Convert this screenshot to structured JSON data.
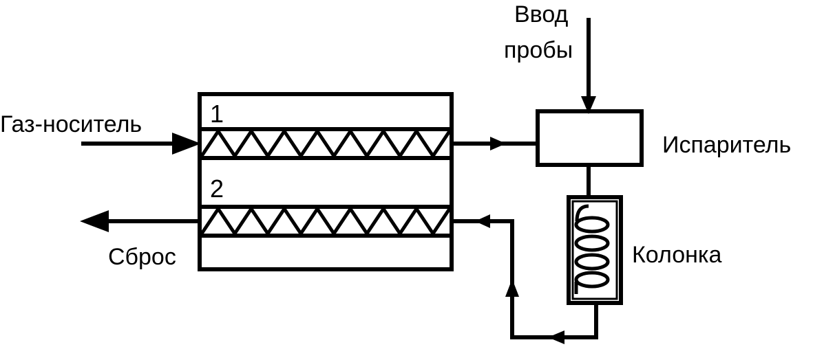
{
  "labels": {
    "carrier_gas": "Газ-носитель",
    "sample_input_line1": "Ввод",
    "sample_input_line2": "пробы",
    "evaporator": "Испаритель",
    "column": "Колонка",
    "vent": "Сброс",
    "channel_1": "1",
    "channel_2": "2"
  },
  "colors": {
    "stroke": "#000000",
    "background": "#ffffff"
  }
}
